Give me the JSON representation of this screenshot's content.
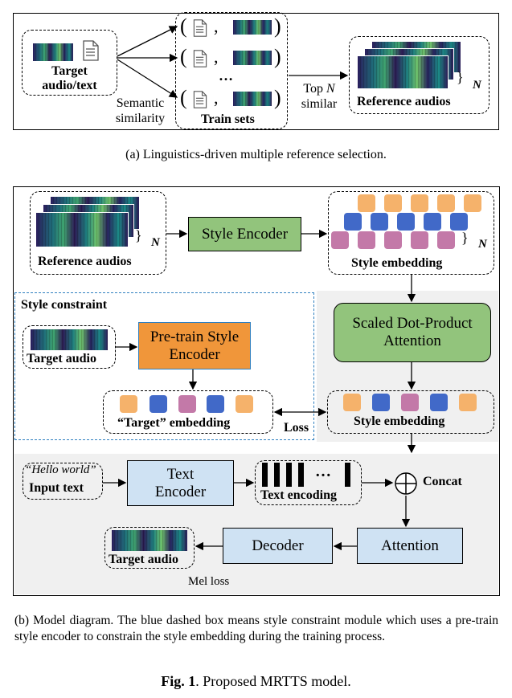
{
  "top": {
    "target_label": "Target audio/text",
    "semantic_label": "Semantic similarity",
    "train_label": "Train sets",
    "ellipsis": "…",
    "topn_label": [
      "Top ",
      "N",
      " similar"
    ],
    "ref_label": "Reference audios",
    "n_mark": "N",
    "pair_open": "(",
    "pair_sep": ",",
    "pair_close": ")",
    "caption": "(a)  Linguistics-driven multiple reference selection."
  },
  "model": {
    "ref_label": "Reference audios",
    "n_mark": "N",
    "style_encoder": "Style Encoder",
    "style_embedding": "Style embedding",
    "constraint_title": "Style constraint",
    "target_audio": "Target audio",
    "pretrain_encoder": "Pre-train Style Encoder",
    "target_embedding": "“Target” embedding",
    "scaled_attention": "Scaled Dot-Product Attention",
    "style_embedding2": "Style embedding",
    "loss": "Loss",
    "hello": "“Hello world”",
    "input_text": "Input text",
    "text_encoder": "Text Encoder",
    "text_encoding": "Text encoding",
    "ellipsis": "…",
    "concat": "Concat",
    "attention": "Attention",
    "decoder": "Decoder",
    "target_audio_out": "Target audio",
    "mel_loss": "Mel loss"
  },
  "caption_b": "(b) Model diagram.  The blue dashed box means style constraint module which uses a pre-train style encoder to constrain the style embedding during the training process.",
  "fig_caption": [
    "Fig. 1",
    ". Proposed MRTTS model."
  ],
  "colors": {
    "green": "#92c47c",
    "orange": "#f0963a",
    "lightblue": "#cfe2f3",
    "sq_orange": "#f5b26b",
    "sq_blue": "#4169c8",
    "sq_pink": "#c379a8",
    "constraint_border": "#2f7fbf"
  }
}
